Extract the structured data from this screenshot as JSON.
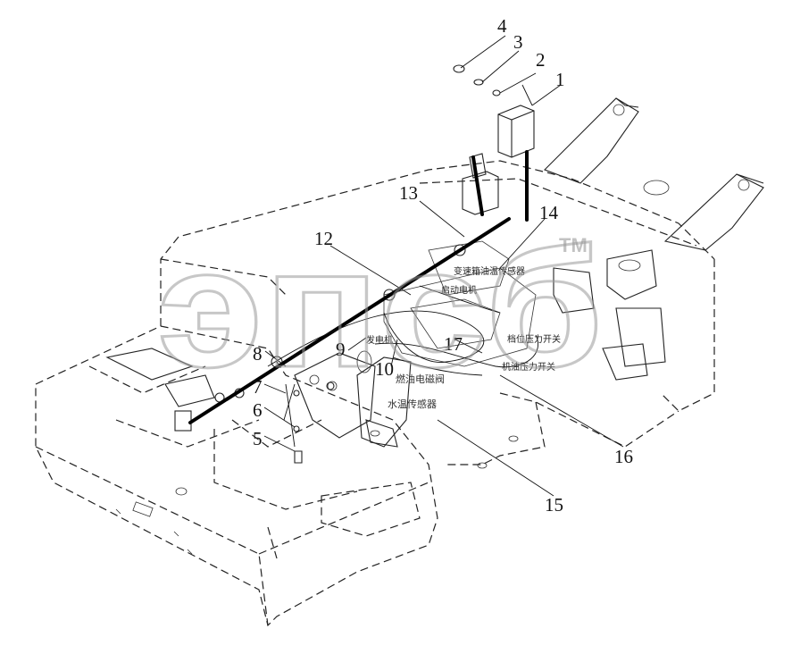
{
  "diagram": {
    "callouts": [
      {
        "id": "c1",
        "label": "1"
      },
      {
        "id": "c2",
        "label": "2"
      },
      {
        "id": "c3",
        "label": "3"
      },
      {
        "id": "c4",
        "label": "4"
      },
      {
        "id": "c5",
        "label": "5"
      },
      {
        "id": "c6",
        "label": "6"
      },
      {
        "id": "c7",
        "label": "7"
      },
      {
        "id": "c8",
        "label": "8"
      },
      {
        "id": "c9",
        "label": "9"
      },
      {
        "id": "c10",
        "label": "10"
      },
      {
        "id": "c12",
        "label": "12"
      },
      {
        "id": "c13",
        "label": "13"
      },
      {
        "id": "c14",
        "label": "14"
      },
      {
        "id": "c15",
        "label": "15"
      },
      {
        "id": "c16",
        "label": "16"
      },
      {
        "id": "c17",
        "label": "17"
      }
    ],
    "component_labels": {
      "trans_oil_temp_sensor": "变速箱油温传感器",
      "starter_motor": "启动电机",
      "generator": "发电机",
      "trans_pressure_switch": "档位压力开关",
      "oil_pressure_switch": "机油压力开关",
      "fuel_solenoid_valve": "燃油电磁阀",
      "water_temp_sensor": "水温传感器"
    },
    "watermark": {
      "text": "эпсб",
      "trademark": "TM"
    }
  }
}
